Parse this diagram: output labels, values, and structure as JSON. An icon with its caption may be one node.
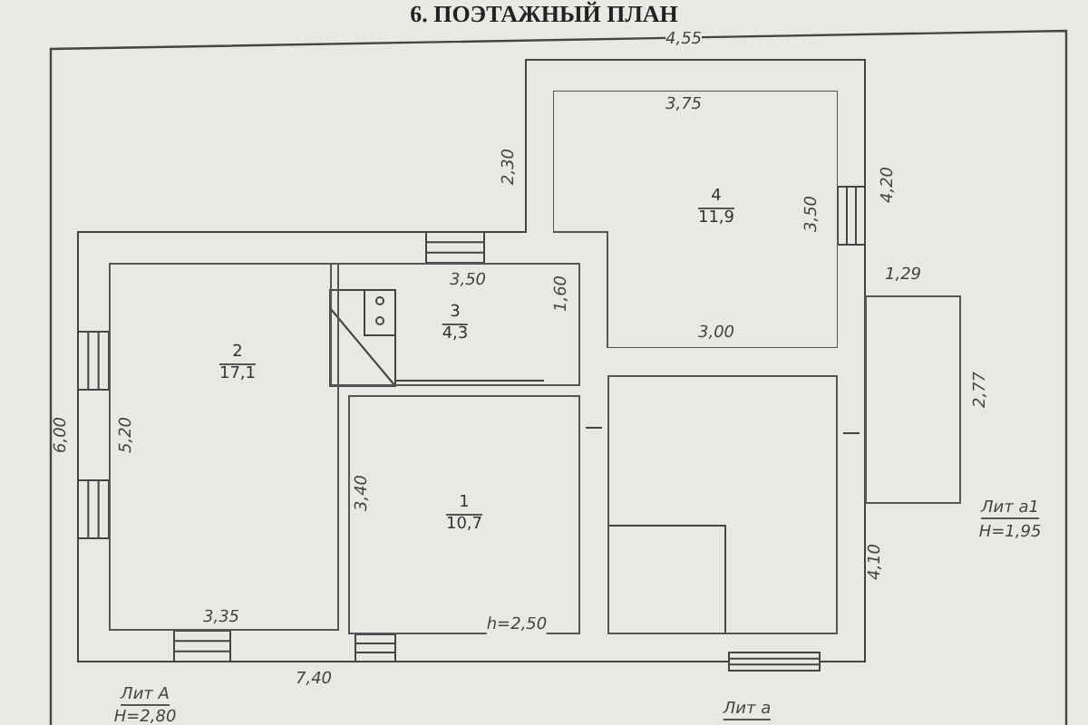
{
  "diagram": {
    "title": "6. ПОЭТАЖНЫЙ ПЛАН",
    "nodes": [
      {
        "text": [
          "4",
          "11,9"
        ]
      },
      {
        "text": [
          "3",
          "4,3"
        ]
      },
      {
        "text": [
          "2",
          "17,1"
        ]
      },
      {
        "text": [
          "1",
          "10,7"
        ]
      },
      {
        "text": [],
        "shape": "box"
      },
      {
        "text": [],
        "shape": "box"
      }
    ],
    "edges": [],
    "labels": [
      "4,55",
      "3,75",
      "2,30",
      "4,20",
      "3,50",
      "3,50",
      "1,29",
      "1,60",
      "3,00",
      "2,77",
      "6,00",
      "5,20",
      "3,40",
      "Лит а1",
      "Н=1,95",
      "4,10",
      "3,35",
      "h=2,50",
      "7,40",
      "Лит А",
      "Н=2,80",
      "Лит а"
    ]
  }
}
